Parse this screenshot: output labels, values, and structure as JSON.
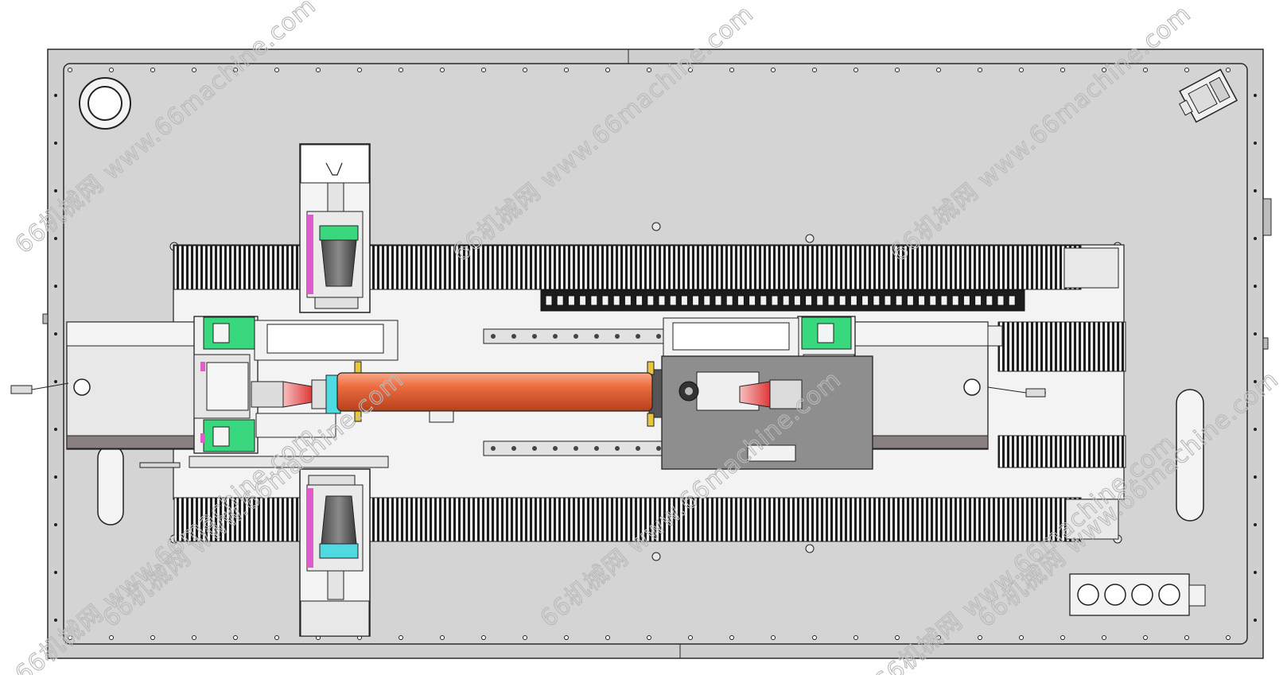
{
  "watermark": {
    "text": "66机械网 www.66machine.com",
    "text_short": "66machine.com",
    "color": "#b0b0b0"
  },
  "colors": {
    "frame_fill": "#c9c9c9",
    "plate_fill": "#d3d3d3",
    "outline": "#222222",
    "pipe": "#e8643a",
    "green_block": "#39d87f",
    "magenta": "#e05cc8",
    "cyan": "#4fd9e0",
    "red_nozzle": "#e03838",
    "dark_plate": "#8e8e8e",
    "yellow": "#e9c73a"
  },
  "components": {
    "main_frame": "machine-base-plate",
    "pipe": "orange-pipe-workpiece",
    "left_head": "left-welding-head",
    "right_head": "right-welding-head",
    "top_camera": "top-vision-unit",
    "bottom_camera": "bottom-vision-unit",
    "cable_chain": "drag-chain",
    "button_panel": "control-button-panel",
    "button_count": 4
  }
}
